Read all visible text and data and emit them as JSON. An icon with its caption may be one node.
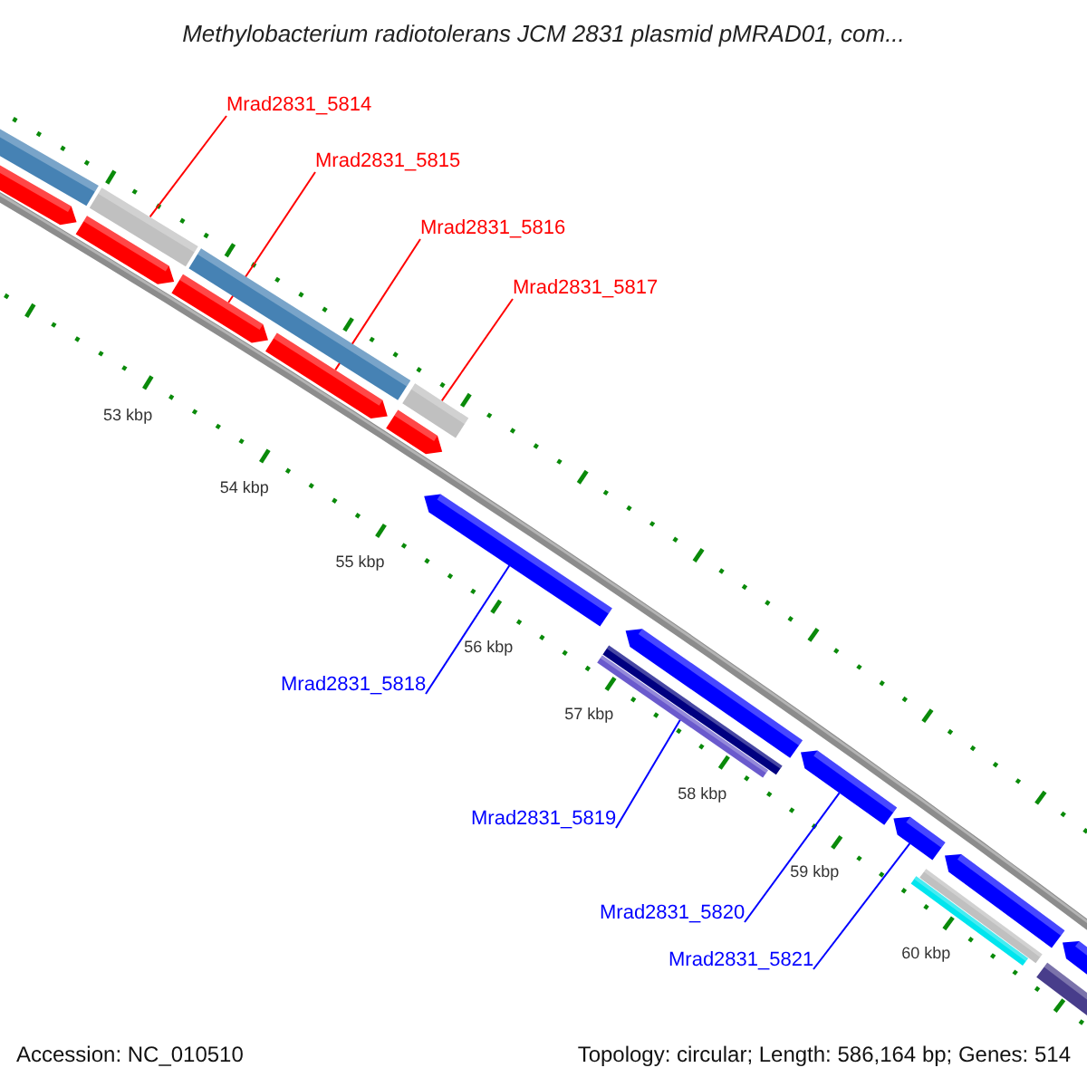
{
  "diagram": {
    "title": "Methylobacterium radiotolerans JCM 2831 plasmid pMRAD01, com...",
    "nodes": [
      {
        "text": [
          "Mrad2831_5814"
        ]
      },
      {
        "text": [
          "Mrad2831_5815"
        ]
      },
      {
        "text": [
          "Mrad2831_5816"
        ]
      },
      {
        "text": [
          "Mrad2831_5817"
        ]
      },
      {
        "text": [
          "Mrad2831_5818"
        ]
      },
      {
        "text": [
          "Mrad2831_5819"
        ]
      },
      {
        "text": [
          "Mrad2831_5820"
        ]
      },
      {
        "text": [
          "Mrad2831_5821"
        ]
      },
      {
        "text": [],
        "shape": "bar"
      },
      {
        "text": [],
        "shape": "arrow"
      },
      {
        "text": [],
        "shape": "bar"
      },
      {
        "text": [],
        "shape": "arrow"
      },
      {
        "text": [],
        "shape": "bar"
      },
      {
        "text": [],
        "shape": "arrow"
      },
      {
        "text": [],
        "shape": "arrow"
      },
      {
        "text": [],
        "shape": "bar"
      },
      {
        "text": [],
        "shape": "arrow"
      },
      {
        "text": [],
        "shape": "arrow"
      },
      {
        "text": [],
        "shape": "bar"
      },
      {
        "text": [],
        "shape": "bar"
      },
      {
        "text": [],
        "shape": "arrow"
      },
      {
        "text": [],
        "shape": "arrow"
      },
      {
        "text": [],
        "shape": "arrow"
      },
      {
        "text": [],
        "shape": "bar"
      },
      {
        "text": [],
        "shape": "bar"
      },
      {
        "text": [],
        "shape": "arrow"
      },
      {
        "text": [],
        "shape": "bar"
      },
      {
        "text": [],
        "shape": "arrow"
      }
    ],
    "edges": [
      {
        "from": 0,
        "to": 10,
        "arrow": "none",
        "color": "#ff0000"
      },
      {
        "from": 1,
        "to": 13,
        "arrow": "none",
        "color": "#ff0000"
      },
      {
        "from": 2,
        "to": 14,
        "arrow": "none",
        "color": "#ff0000"
      },
      {
        "from": 3,
        "to": 15,
        "arrow": "none",
        "color": "#ff0000"
      },
      {
        "from": 4,
        "to": 17,
        "arrow": "none",
        "color": "#0000ff"
      },
      {
        "from": 5,
        "to": 19,
        "arrow": "none",
        "color": "#0000ff"
      },
      {
        "from": 6,
        "to": 21,
        "arrow": "none",
        "color": "#0000ff"
      },
      {
        "from": 7,
        "to": 22,
        "arrow": "none",
        "color": "#0000ff"
      }
    ],
    "labels": [
      "53 kbp",
      "54 kbp",
      "55 kbp",
      "56 kbp",
      "57 kbp",
      "58 kbp",
      "59 kbp",
      "60 kbp",
      "Accession: NC_010510",
      "Topology: circular; Length: 586,164 bp; Genes: 514"
    ]
  }
}
